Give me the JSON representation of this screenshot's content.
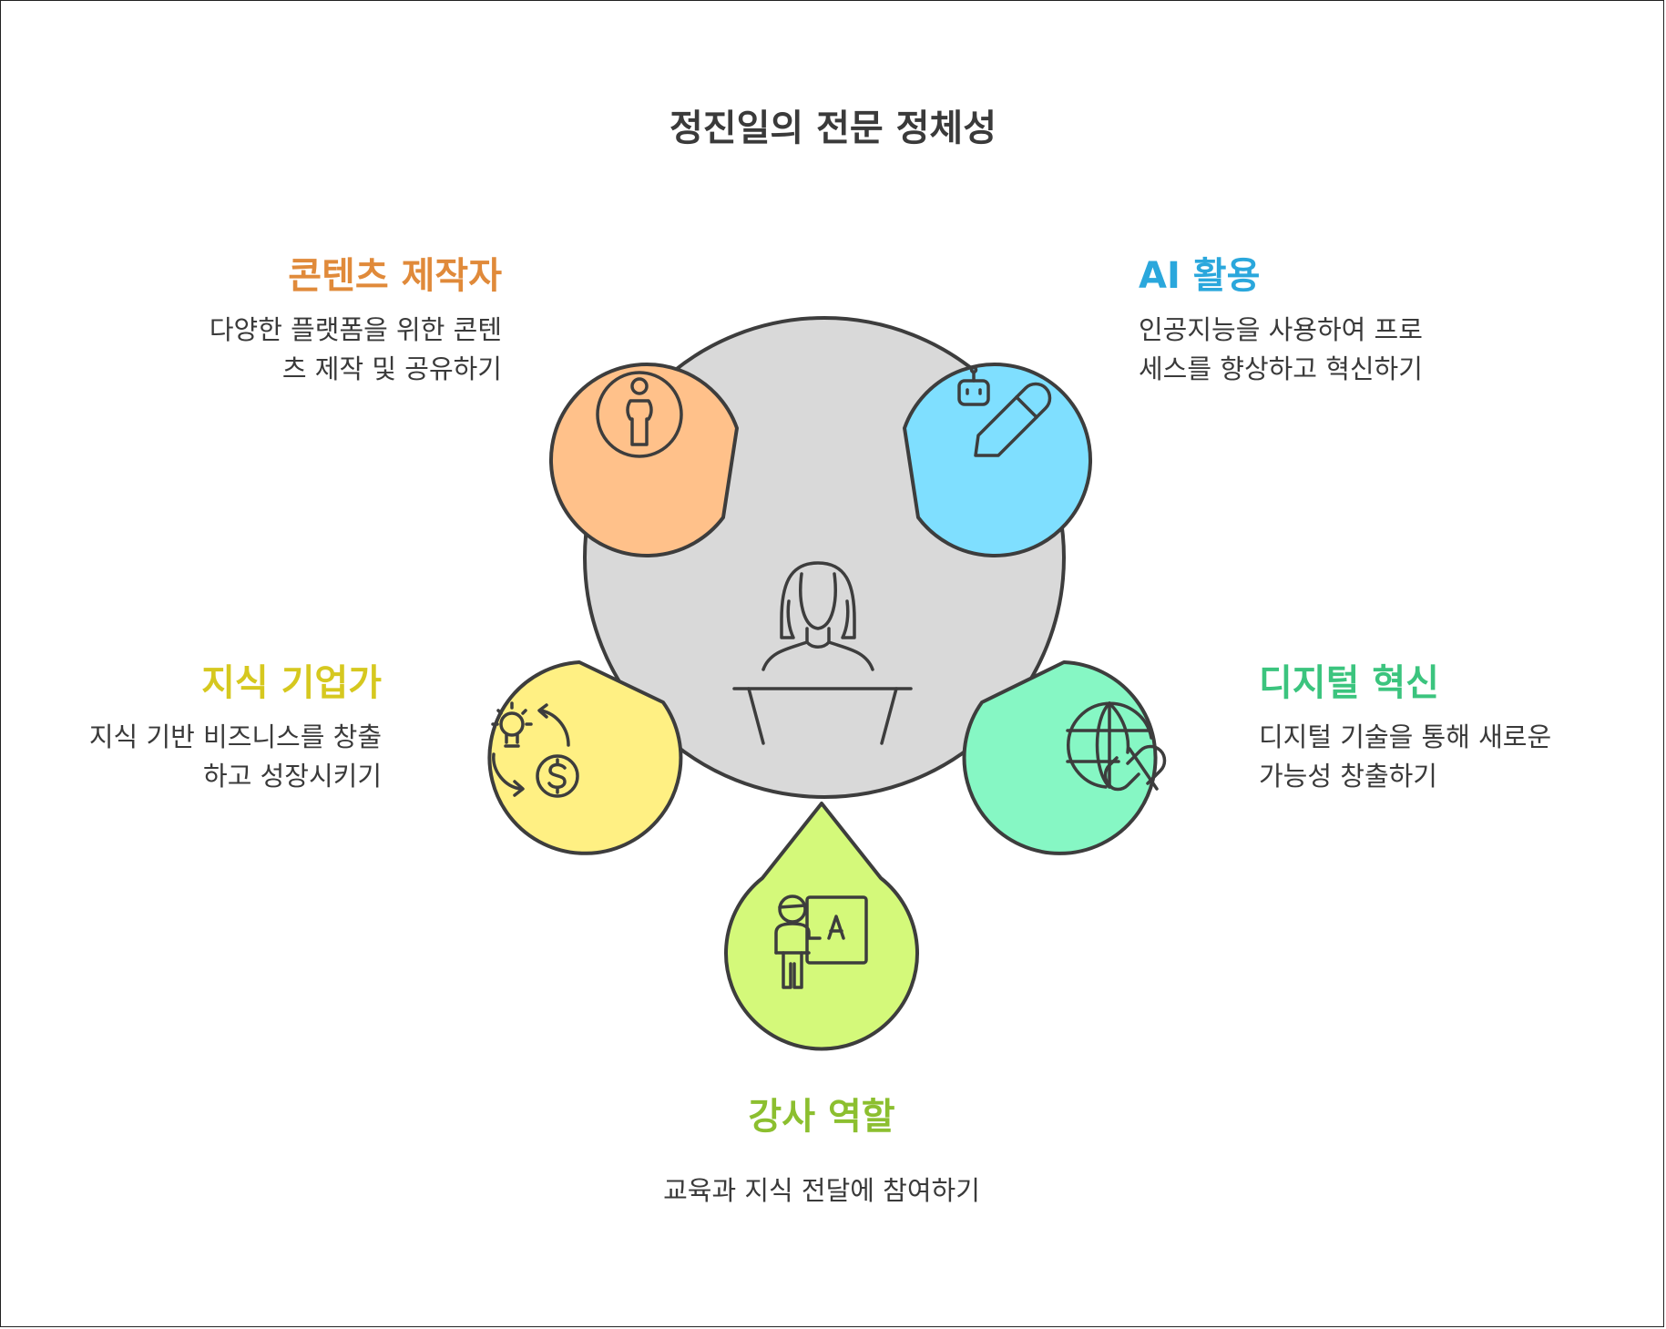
{
  "title": "정진일의 전문 정체성",
  "center": {
    "icon": "presenter-at-podium-icon"
  },
  "items": [
    {
      "key": "content",
      "heading": "콘텐츠 제작자",
      "description": "다양한 플랫폼을 위한 콘텐\n츠 제작 및 공유하기",
      "color": "#e08a3a",
      "fill": "#ffc18a",
      "icon": "person-in-circle-icon"
    },
    {
      "key": "ai",
      "heading": "AI 활용",
      "description": "인공지능을 사용하여 프로\n세스를 향상하고 혁신하기",
      "color": "#2aa7dc",
      "fill": "#7fdfff",
      "icon": "robot-pencil-icon"
    },
    {
      "key": "knowledge",
      "heading": "지식 기업가",
      "description": "지식 기반 비즈니스를 창출\n하고 성장시키기",
      "color": "#d6c81f",
      "fill": "#fff083",
      "icon": "idea-money-cycle-icon"
    },
    {
      "key": "digital",
      "heading": "디지털 혁신",
      "description": "디지털 기술을 통해 새로운\n가능성 창출하기",
      "color": "#3bc47e",
      "fill": "#86f7c4",
      "icon": "globe-link-broken-icon"
    },
    {
      "key": "lecturer",
      "heading": "강사 역할",
      "description": "교육과 지식 전달에 참여하기",
      "color": "#8cbf2f",
      "fill": "#d4f97a",
      "icon": "teacher-whiteboard-icon"
    }
  ],
  "colors": {
    "center_fill": "#d9d9d9",
    "stroke": "#3d3d3d",
    "text": "#3a3a3a"
  }
}
